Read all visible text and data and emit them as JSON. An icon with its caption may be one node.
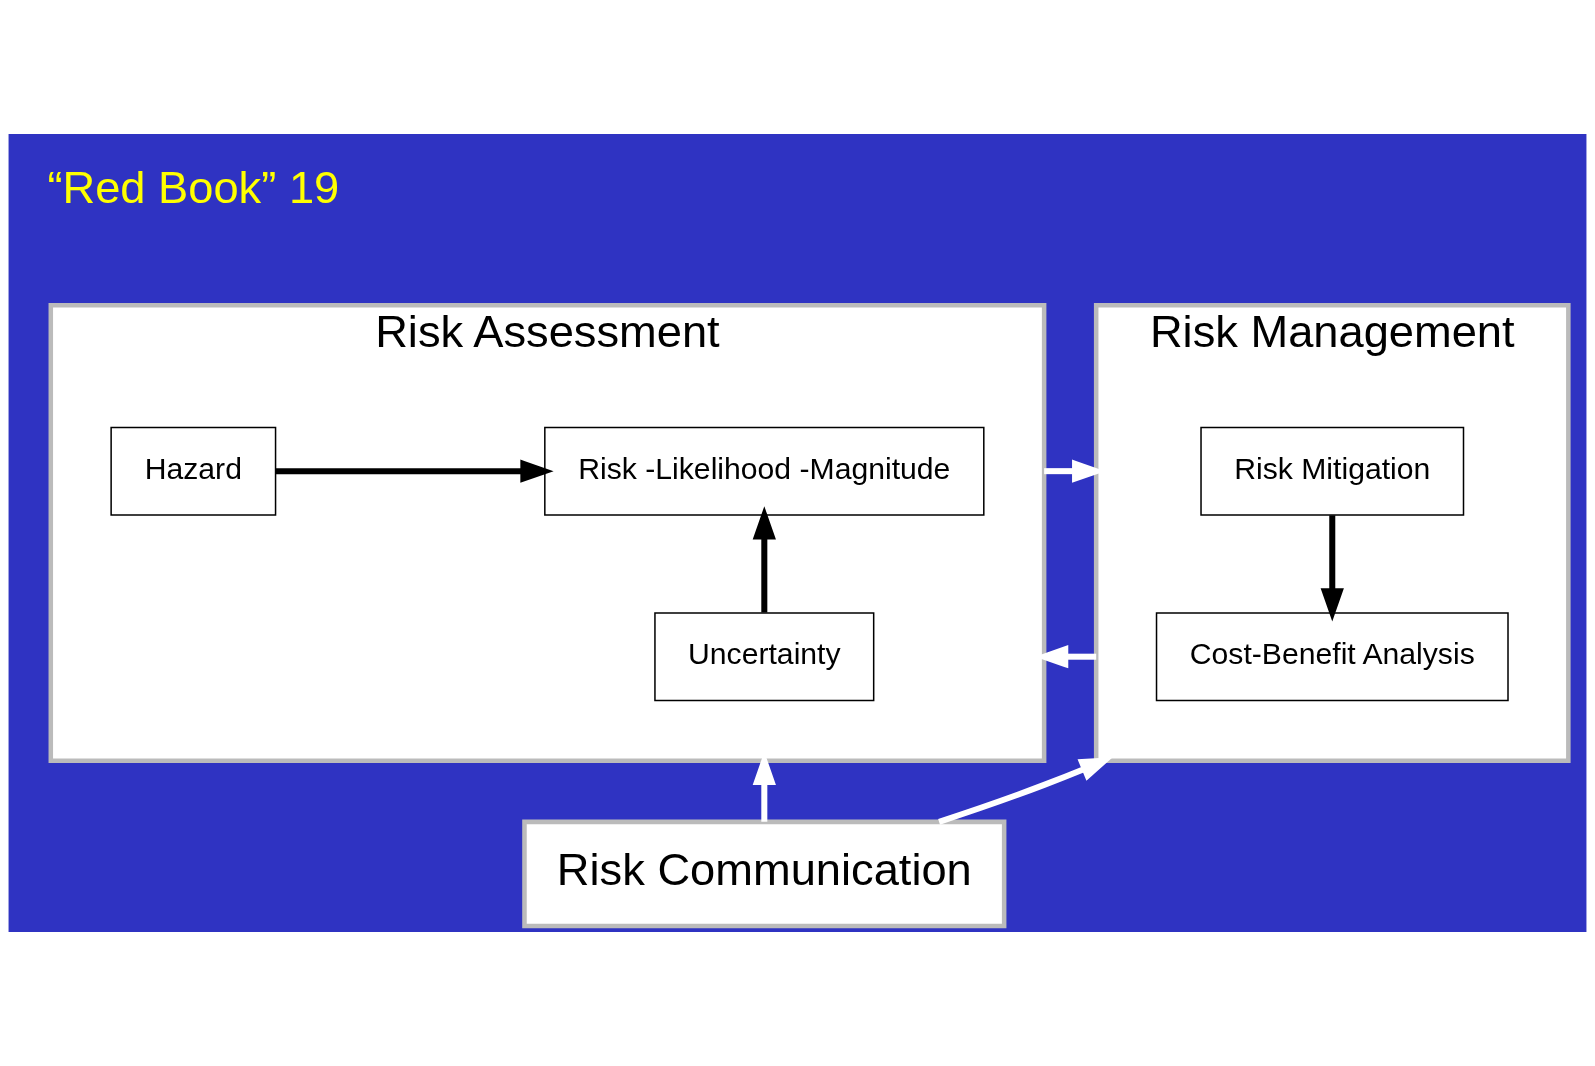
{
  "diagram": {
    "nodes": [
      {
        "text": [
          "Risk Assessment"
        ]
      },
      {
        "text": [
          "Hazard"
        ],
        "in": 0
      },
      {
        "text": [
          "Risk -Likelihood -Magnitude"
        ],
        "in": 0
      },
      {
        "text": [
          "Uncertainty"
        ],
        "in": 0
      },
      {
        "text": [
          "Risk Management"
        ]
      },
      {
        "text": [
          "Risk Mitigation"
        ],
        "in": 4
      },
      {
        "text": [
          "Cost-Benefit Analysis"
        ],
        "in": 4
      },
      {
        "text": [
          "Risk Communication"
        ]
      }
    ],
    "edges": [
      {
        "from": 1,
        "to": 2,
        "arrow": "to",
        "color": "#000000"
      },
      {
        "from": 3,
        "to": 2,
        "arrow": "to",
        "color": "#000000"
      },
      {
        "from": 0,
        "to": 4,
        "arrow": "to",
        "color": "#ffffff"
      },
      {
        "from": 4,
        "to": 0,
        "arrow": "to",
        "color": "#ffffff"
      },
      {
        "from": 5,
        "to": 6,
        "arrow": "to",
        "color": "#000000"
      },
      {
        "from": 7,
        "to": 0,
        "arrow": "to",
        "color": "#ffffff"
      },
      {
        "from": 7,
        "to": 4,
        "arrow": "to",
        "color": "#ffffff"
      }
    ],
    "labels": [
      "“Red Book” 19"
    ]
  }
}
